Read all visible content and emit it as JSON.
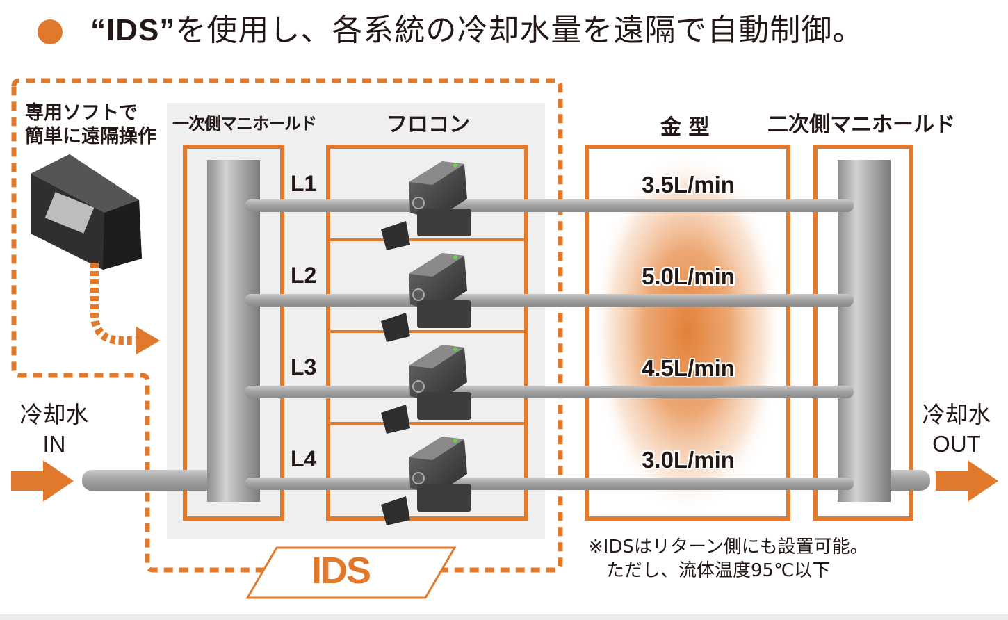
{
  "header": {
    "emphasis": "“IDS”",
    "text": "を使用し、各系統の冷却水量を遠隔で自動制御。"
  },
  "labels": {
    "software": [
      "専用ソフトで",
      "簡単に遠隔操作"
    ],
    "primary_manifold": "一次側マニホールド",
    "flocon": "フロコン",
    "mold": "金 型",
    "secondary_manifold": "二次側マニホールド",
    "coolant_in": [
      "冷却水",
      "IN"
    ],
    "coolant_out": [
      "冷却水",
      "OUT"
    ],
    "logo": "IDS"
  },
  "lines": [
    {
      "id": "L1",
      "flow": "3.5L/min"
    },
    {
      "id": "L2",
      "flow": "5.0L/min"
    },
    {
      "id": "L3",
      "flow": "4.5L/min"
    },
    {
      "id": "L4",
      "flow": "3.0L/min"
    }
  ],
  "note": [
    "※IDSはリターン側にも設置可能。",
    "ただし、流体温度95℃以下"
  ],
  "colors": {
    "accent": "#e0792b",
    "pipe": "#a9a9a9",
    "panel": "#efeff0",
    "heat": "#e07a2e"
  },
  "icons": [
    "controller-device-icon",
    "flow-controller-icon",
    "arrow-right-icon",
    "dotted-arrow-icon"
  ]
}
